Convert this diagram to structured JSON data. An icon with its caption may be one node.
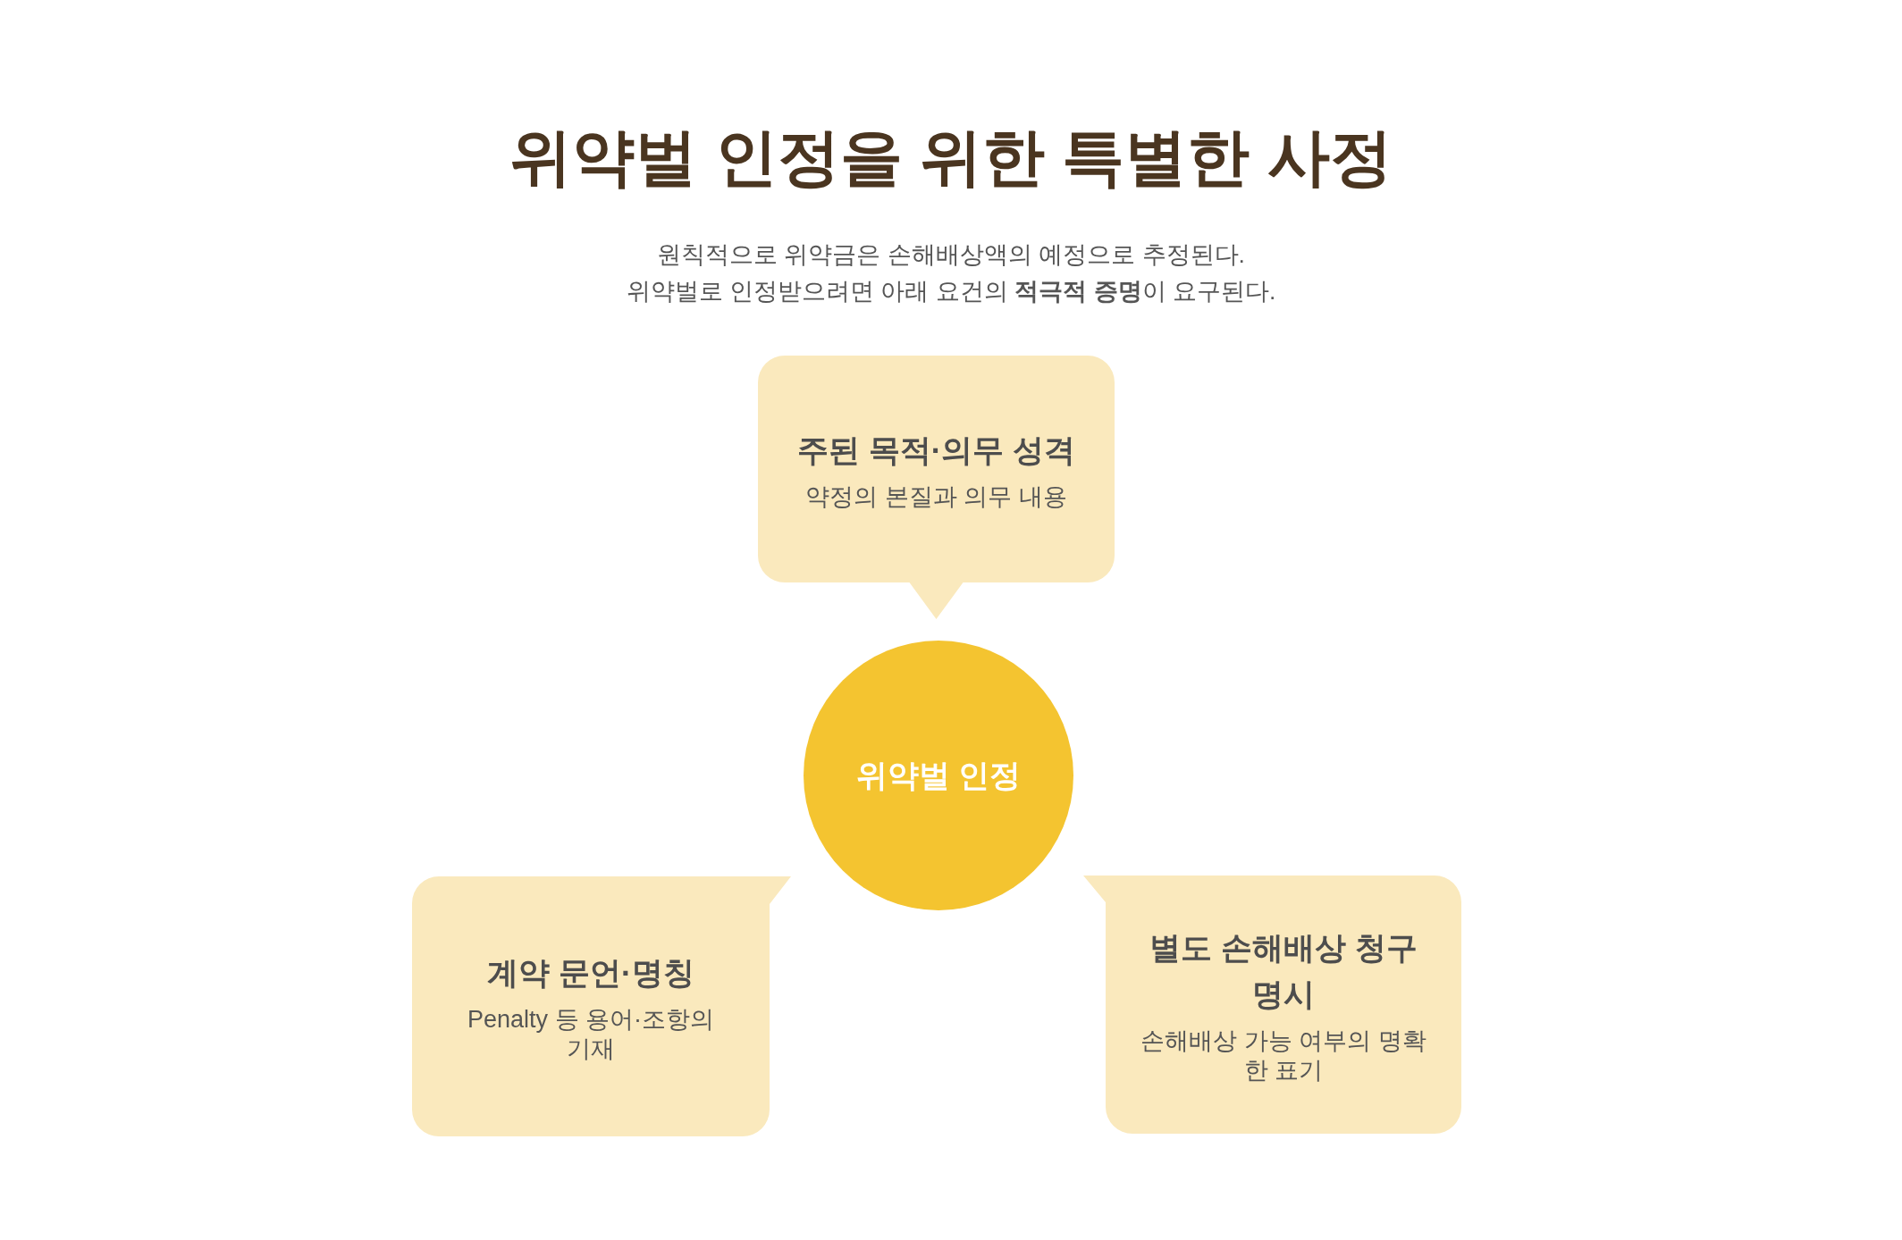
{
  "diagram": {
    "title": "위약벌 인정을 위한 특별한 사정",
    "nodes": [
      {
        "text": [
          "주된 목적·의무 성격",
          "약정의 본질과 의무 내용"
        ]
      },
      {
        "text": [
          "위약벌 인정"
        ]
      },
      {
        "text": [
          "계약 문언·명칭",
          "Penalty 등 용어·조항의 기재"
        ]
      },
      {
        "text": [
          "별도 손해배상 청구 명시",
          "손해배상 가능 여부의 명확한 표기"
        ]
      }
    ],
    "labels": [
      "원칙적으로 위약금은 손해배상액의 예정으로 추정된다.",
      "위약벌로 인정받으려면 아래 요건의 **적극적 증명**이 요구된다."
    ]
  }
}
